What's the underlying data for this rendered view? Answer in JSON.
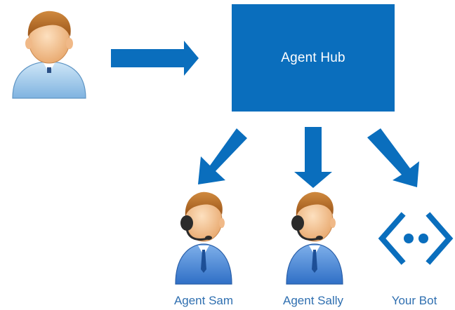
{
  "colors": {
    "arrow": "#0a6ebd",
    "hub_fill": "#0a6ebd",
    "hub_text": "#ffffff",
    "label_text": "#2f6fb0",
    "person_skin": "#f3c99a",
    "person_hair": "#b8661f",
    "user_shirt": "#9ec8e8",
    "agent_shirt": "#3d7fd0",
    "headset": "#2b2b2b",
    "bot": "#0a6ebd"
  },
  "hub": {
    "label": "Agent Hub"
  },
  "user": {
    "icon": "user-icon"
  },
  "nodes": [
    {
      "id": "agent-sam",
      "label": "Agent Sam",
      "icon": "agent-headset-icon"
    },
    {
      "id": "agent-sally",
      "label": "Agent Sally",
      "icon": "agent-headset-icon"
    },
    {
      "id": "your-bot",
      "label": "Your Bot",
      "icon": "bot-icon"
    }
  ]
}
